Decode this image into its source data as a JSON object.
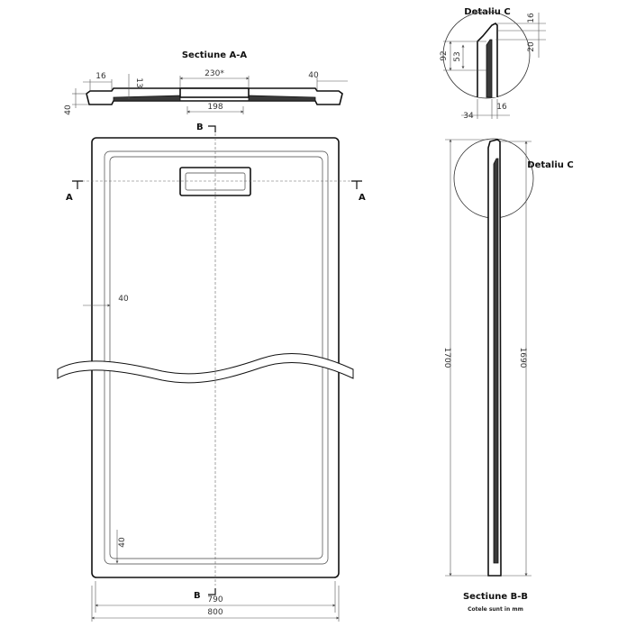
{
  "section_aa": {
    "title": "Sectiune A-A",
    "dim_16": "16",
    "dim_13": "13",
    "dim_230": "230*",
    "dim_40_right": "40",
    "dim_40_height": "40",
    "dim_198": "198"
  },
  "plan": {
    "marker_b": "B",
    "marker_a": "A",
    "dim_40_side": "40",
    "dim_40_bottom": "40",
    "dim_790": "790",
    "dim_800": "800"
  },
  "detail_c": {
    "title": "Detaliu C",
    "dim_16_top": "16",
    "dim_20": "20",
    "dim_92": "92",
    "dim_53": "53",
    "dim_34": "34",
    "dim_16_bottom": "16"
  },
  "section_bb": {
    "detail_label": "Detaliu C",
    "dim_1700": "1700",
    "dim_1690": "1690",
    "title": "Sectiune B-B",
    "note": "Cotele sunt in mm"
  }
}
